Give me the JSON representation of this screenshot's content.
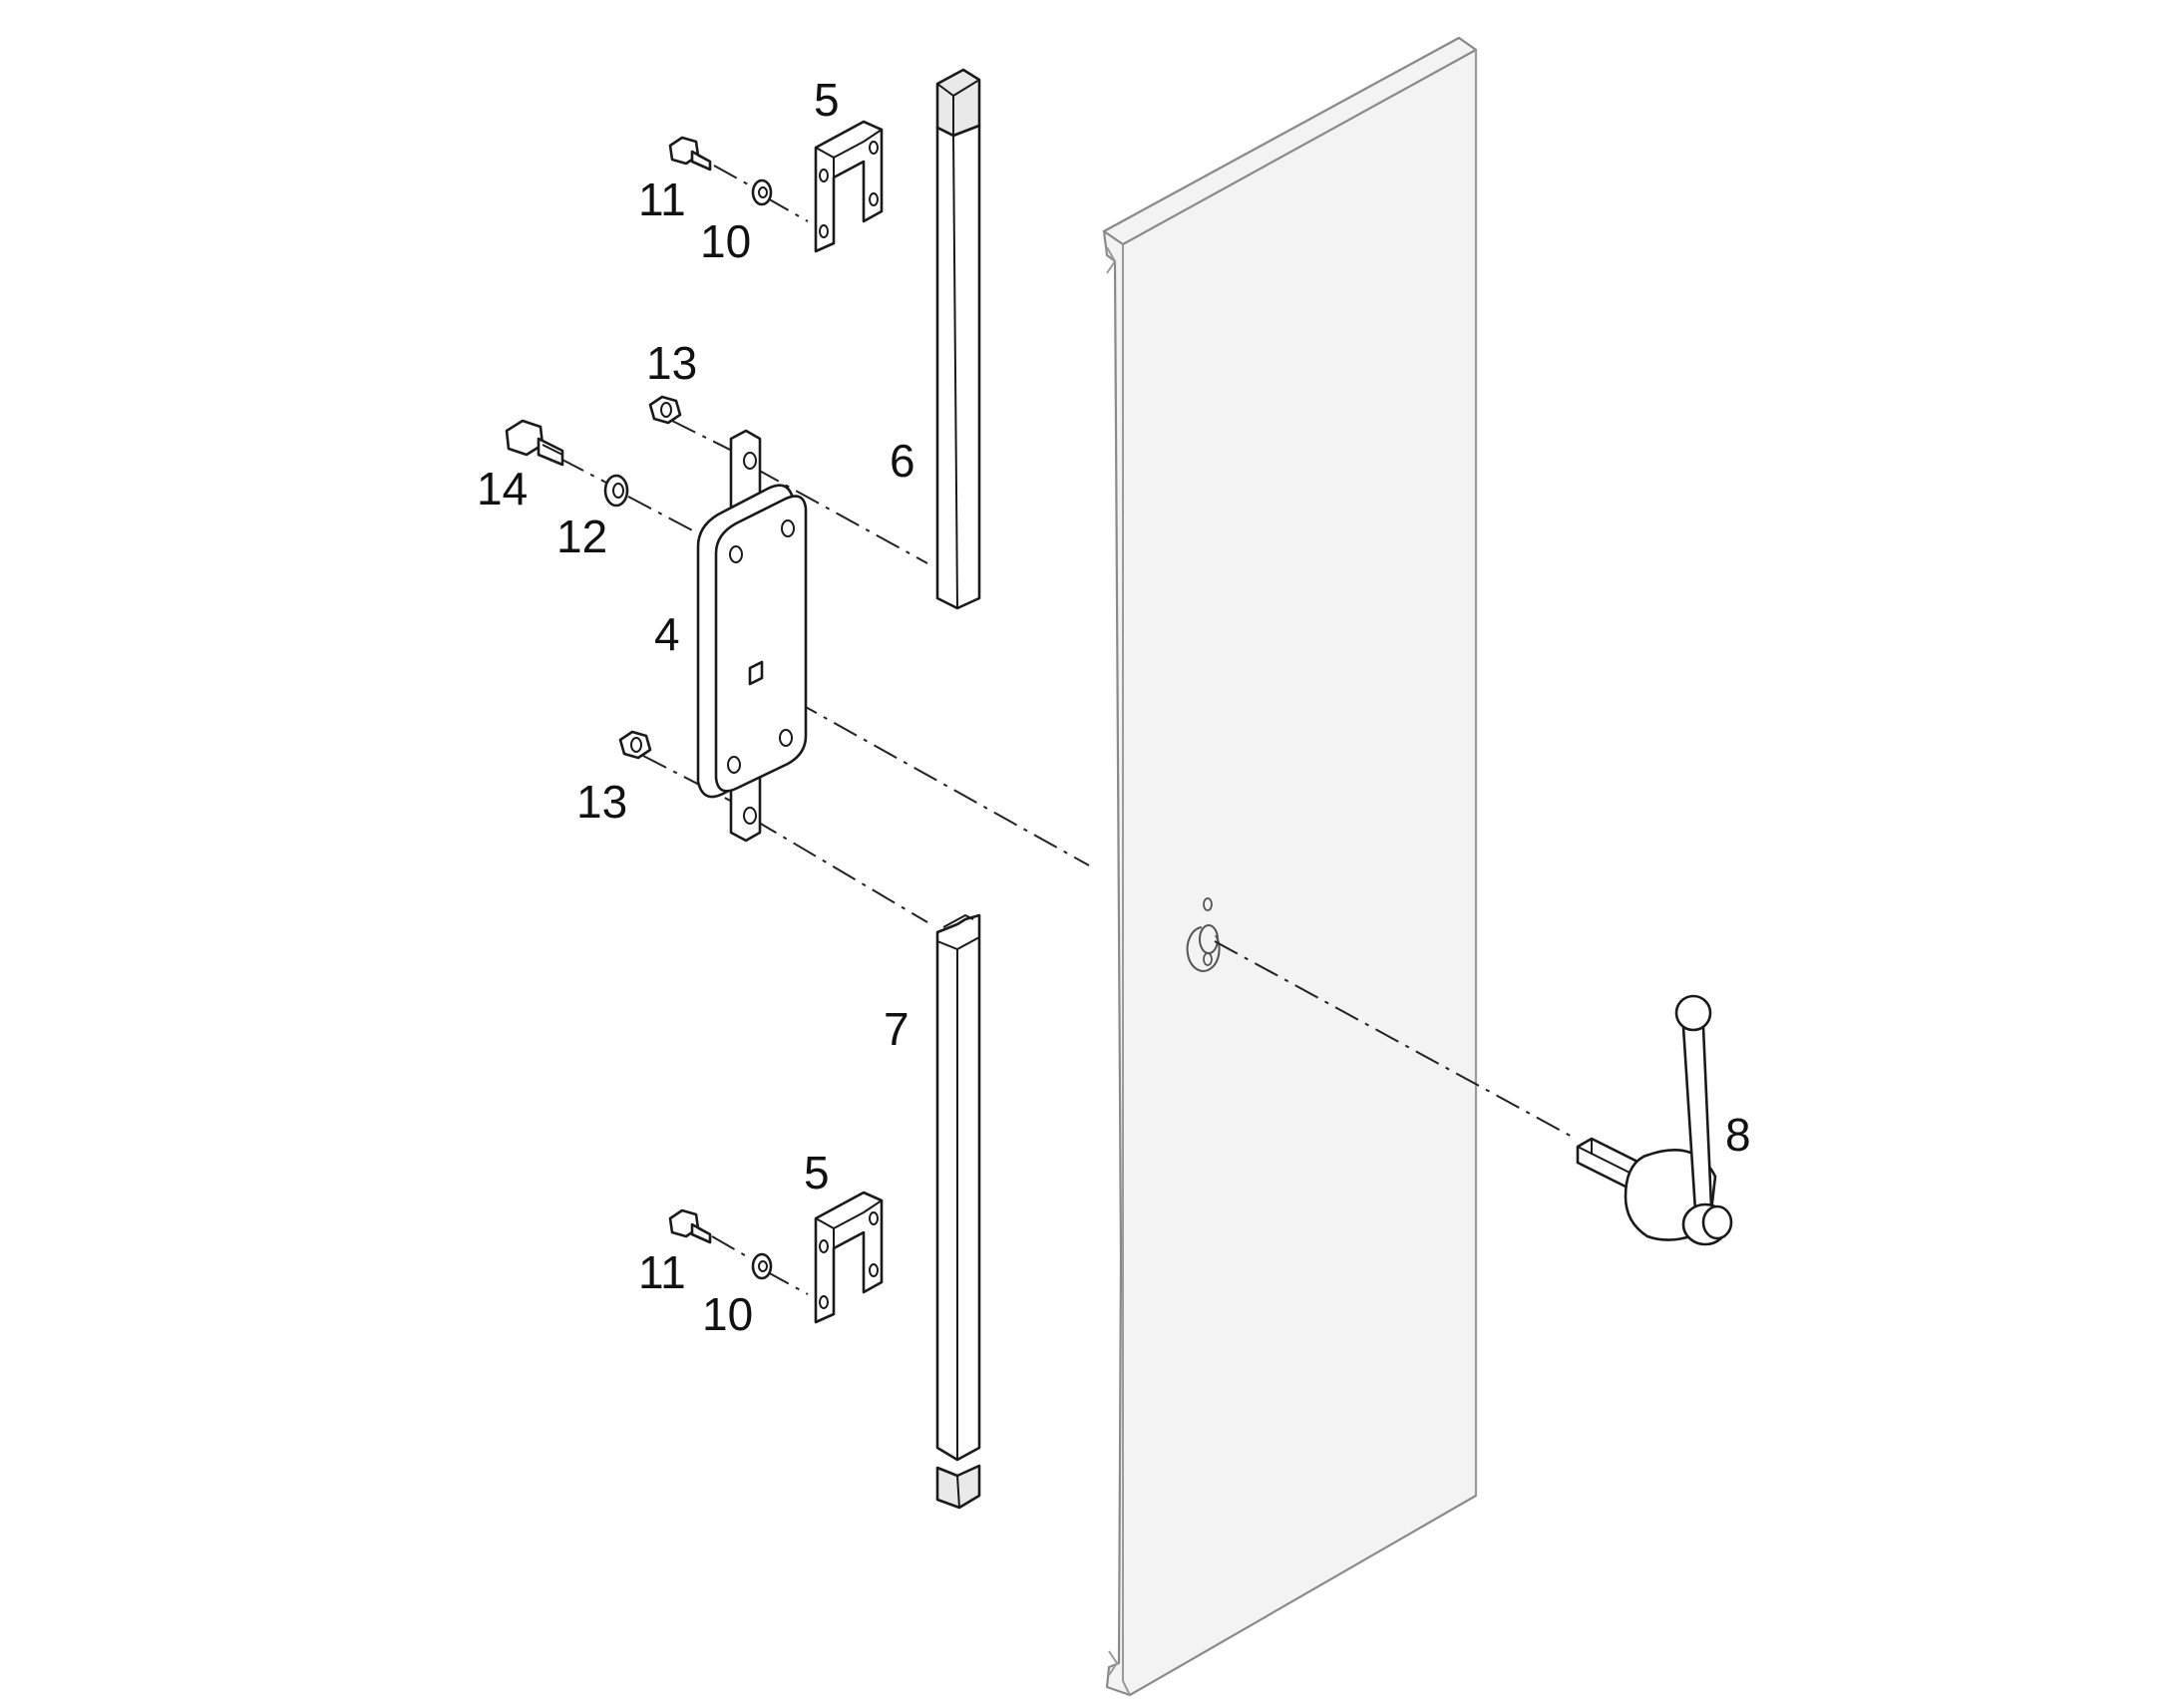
{
  "callouts": {
    "c4": "4",
    "c5_top": "5",
    "c5_bottom": "5",
    "c6": "6",
    "c7": "7",
    "c8": "8",
    "c10_top": "10",
    "c10_bottom": "10",
    "c11_top": "11",
    "c11_bottom": "11",
    "c12": "12",
    "c13_top": "13",
    "c13_bottom": "13",
    "c14": "14"
  },
  "colors": {
    "line": "#1a1a1a",
    "door_fill": "#f3f3f3",
    "door_edge": "#8a8a8a",
    "background": "#ffffff"
  }
}
